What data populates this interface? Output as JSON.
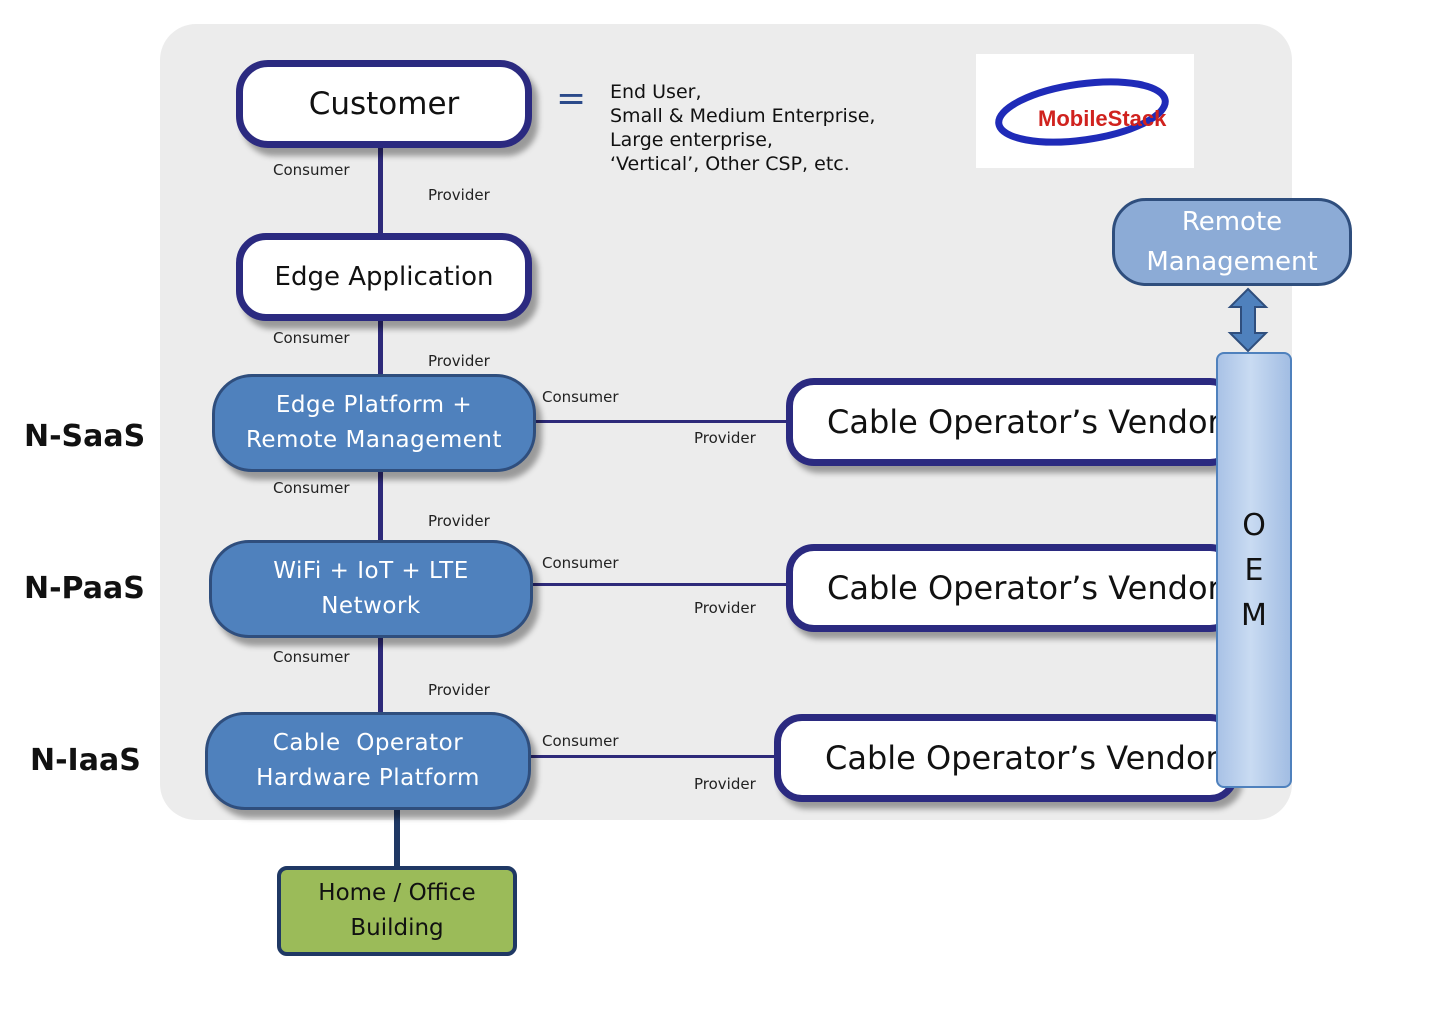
{
  "customer": {
    "label": "Customer",
    "equals": "=",
    "definition": [
      "End User,",
      "Small & Medium Enterprise,",
      "Large enterprise,",
      "‘Vertical’, Other CSP, etc."
    ]
  },
  "logo": {
    "text": "MobileStack"
  },
  "edge_application": {
    "label": "Edge Application"
  },
  "layers": [
    {
      "tier": "N-SaaS",
      "lines": [
        "Edge Platform +",
        "Remote Management"
      ]
    },
    {
      "tier": "N-PaaS",
      "lines": [
        "WiFi + IoT + LTE",
        "Network"
      ]
    },
    {
      "tier": "N-IaaS",
      "lines": [
        "Cable  Operator",
        "Hardware Platform"
      ]
    }
  ],
  "vendor_label": "Cable Operator’s Vendor",
  "consumer_label": "Consumer",
  "provider_label": "Provider",
  "remote_management": {
    "lines": [
      "Remote",
      "Management"
    ]
  },
  "oem": {
    "letters": [
      "O",
      "E",
      "M"
    ]
  },
  "home": {
    "lines": [
      "Home / Office",
      "Building"
    ]
  },
  "colors": {
    "navy": "#2b2a80",
    "blue": "#4f81bd",
    "light_blue": "#8cabd6",
    "green": "#9bbb59",
    "panel": "#ececec"
  }
}
